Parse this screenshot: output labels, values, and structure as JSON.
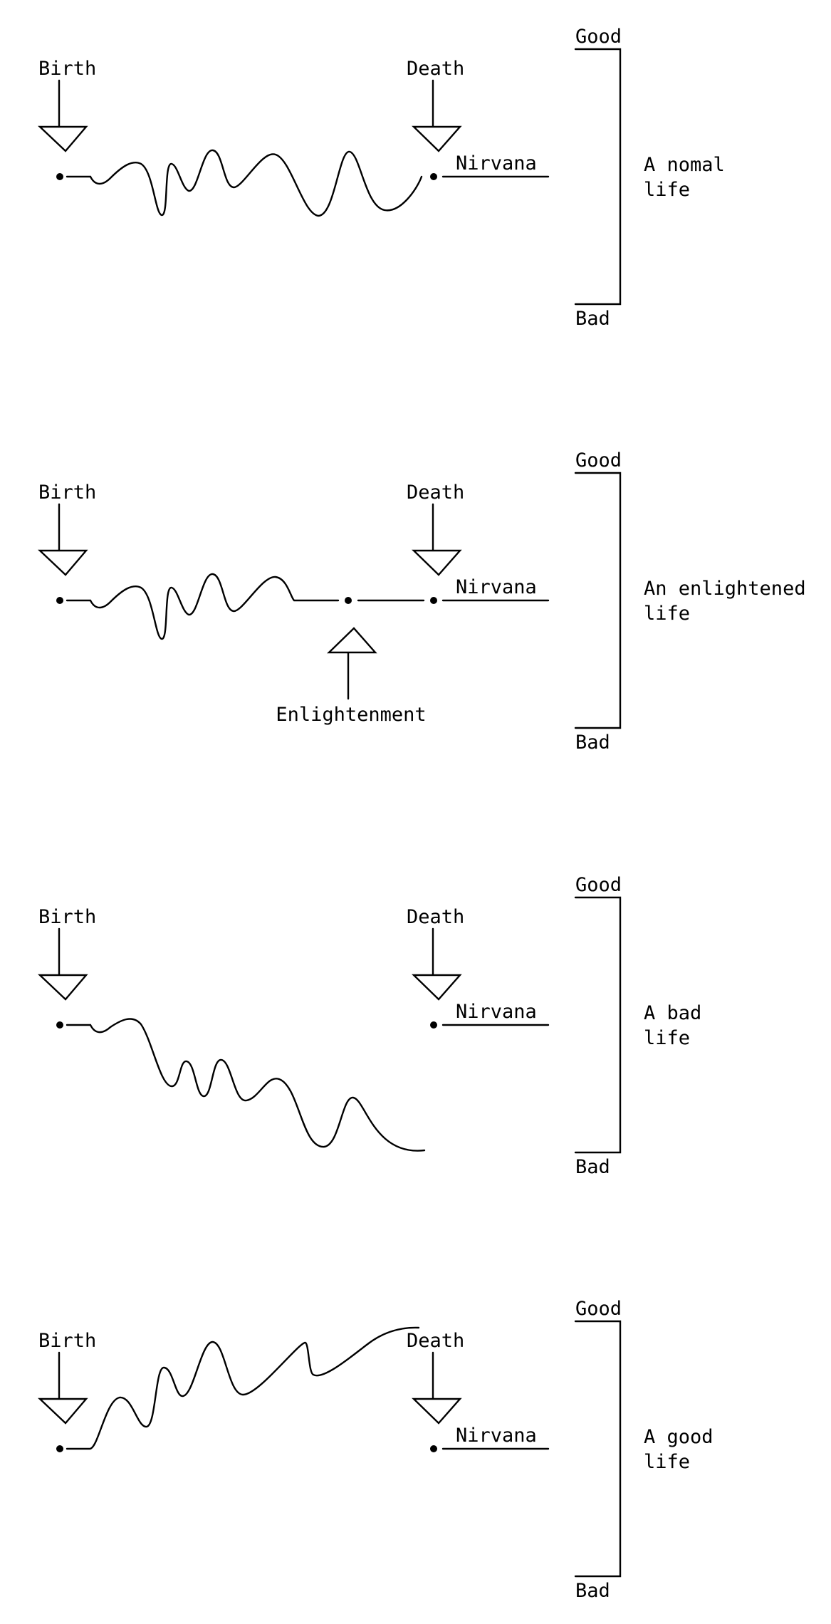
{
  "panels": [
    {
      "good": "Good",
      "bad": "Bad",
      "birth": "Birth",
      "death": "Death",
      "nirvana": "Nirvana",
      "caption": [
        "A nomal",
        "life"
      ]
    },
    {
      "good": "Good",
      "bad": "Bad",
      "birth": "Birth",
      "death": "Death",
      "nirvana": "Nirvana",
      "caption": [
        "An enlightened",
        "life"
      ],
      "enlightenment": "Enlightenment"
    },
    {
      "good": "Good",
      "bad": "Bad",
      "birth": "Birth",
      "death": "Death",
      "nirvana": "Nirvana",
      "caption": [
        "A bad",
        "life"
      ]
    },
    {
      "good": "Good",
      "bad": "Bad",
      "birth": "Birth",
      "death": "Death",
      "nirvana": "Nirvana",
      "caption": [
        "A good",
        "life"
      ]
    }
  ]
}
